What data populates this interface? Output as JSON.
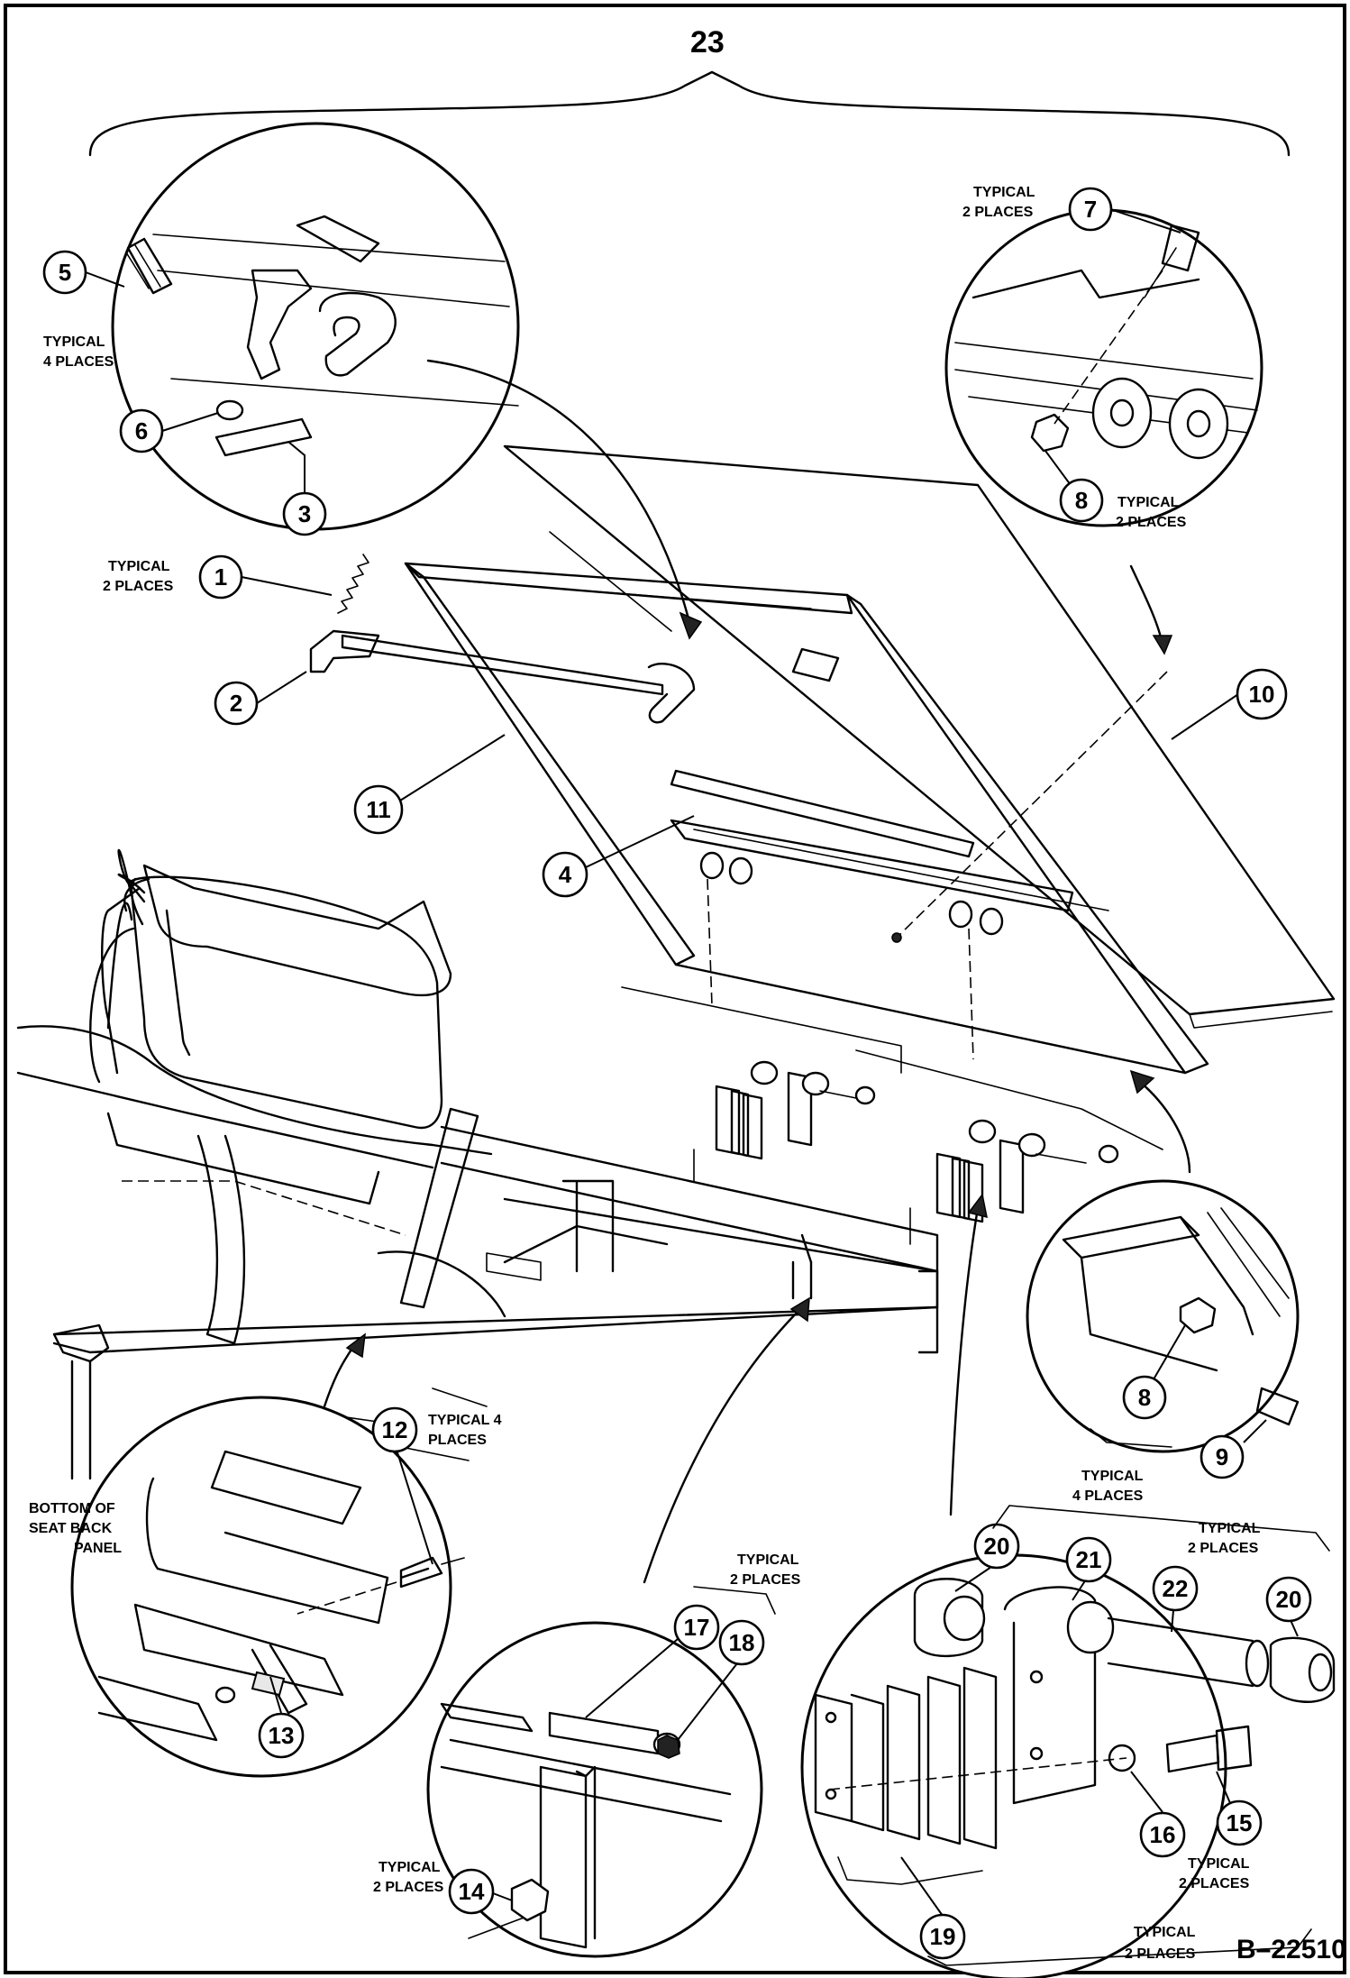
{
  "assembly_callout": "23",
  "drawing_number": "B–22510",
  "callouts": {
    "c1": "1",
    "c2": "2",
    "c3": "3",
    "c4": "4",
    "c5": "5",
    "c6": "6",
    "c7": "7",
    "c8a": "8",
    "c8b": "8",
    "c9": "9",
    "c10": "10",
    "c11": "11",
    "c12": "12",
    "c13": "13",
    "c14": "14",
    "c15": "15",
    "c16": "16",
    "c17": "17",
    "c18": "18",
    "c19": "19",
    "c20a": "20",
    "c20b": "20",
    "c21": "21",
    "c22": "22"
  },
  "notes": {
    "n_typ2_7_a": "TYPICAL",
    "n_typ2_7_b": "2 PLACES",
    "n_typ2_8_a": "TYPICAL",
    "n_typ2_8_b": "2 PLACES",
    "n_typ4_5_a": "TYPICAL",
    "n_typ4_5_b": "4 PLACES",
    "n_typ2_1_a": "TYPICAL",
    "n_typ2_1_b": "2 PLACES",
    "n_typ4_12_a": "TYPICAL 4",
    "n_typ4_12_b": "PLACES",
    "n_bottom_a": "BOTTOM OF",
    "n_bottom_b": "SEAT BACK",
    "n_bottom_c": "PANEL",
    "n_typ4_9_a": "TYPICAL",
    "n_typ4_9_b": "4 PLACES",
    "n_typ2_hinge_a": "TYPICAL",
    "n_typ2_hinge_b": "2 PLACES",
    "n_typ2_17_a": "TYPICAL",
    "n_typ2_17_b": "2 PLACES",
    "n_typ2_14_a": "TYPICAL",
    "n_typ2_14_b": "2 PLACES",
    "n_typ2_15_a": "TYPICAL",
    "n_typ2_15_b": "2 PLACES",
    "n_typ2_19_a": "TYPICAL",
    "n_typ2_19_b": "2 PLACES"
  }
}
